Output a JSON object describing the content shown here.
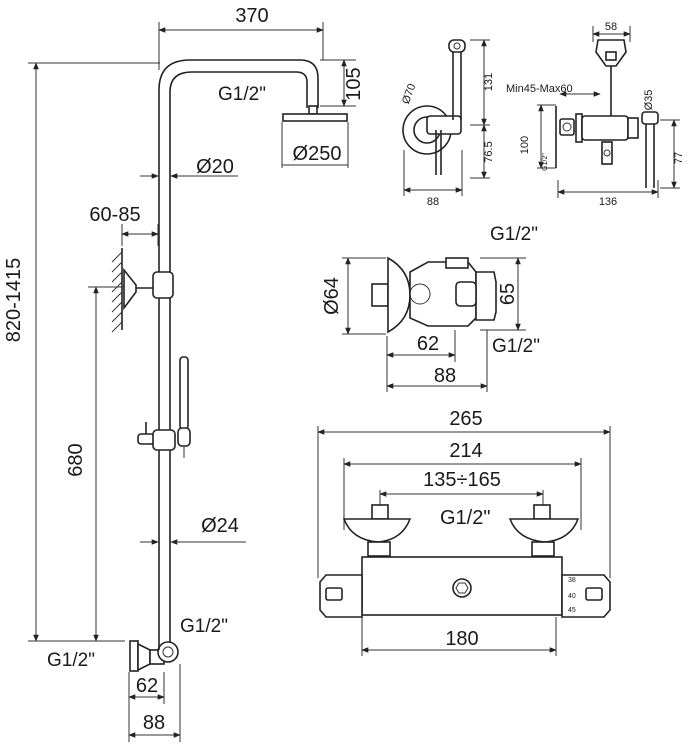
{
  "column": {
    "dim_width_top": "370",
    "thread_top": "G1/2\"",
    "dim_head_drop": "105",
    "dim_head_diameter": "Ø250",
    "dim_pipe_diameter": "Ø20",
    "dim_wall_offset": "60-85",
    "dim_total_height": "820-1415",
    "dim_bar_height": "680",
    "dim_lower_pipe": "Ø24",
    "thread_inlet_right": "G1/2\"",
    "thread_inlet_left": "G1/2\"",
    "dim_inlet_62": "62",
    "dim_inlet_88": "88"
  },
  "diverter_side": {
    "dim_diameter": "Ø70",
    "dim_height_131": "131",
    "dim_height_765": "76.5",
    "dim_width_88": "88"
  },
  "bidet_set": {
    "dim_58": "58",
    "dim_range": "Min45-Max60",
    "dim_diameter": "Ø35",
    "dim_100": "100",
    "dim_thread": "G1/2\"",
    "dim_77": "77",
    "dim_136": "136"
  },
  "valve_top": {
    "thread_top": "G1/2\"",
    "dim_diameter": "Ø64",
    "dim_65": "65",
    "dim_62": "62",
    "thread_bottom": "G1/2\"",
    "dim_88": "88"
  },
  "mixer_front": {
    "dim_265": "265",
    "dim_214": "214",
    "dim_range": "135÷165",
    "thread": "G1/2\"",
    "dim_180": "180",
    "scale_marks": [
      "38",
      "40",
      "45"
    ]
  }
}
